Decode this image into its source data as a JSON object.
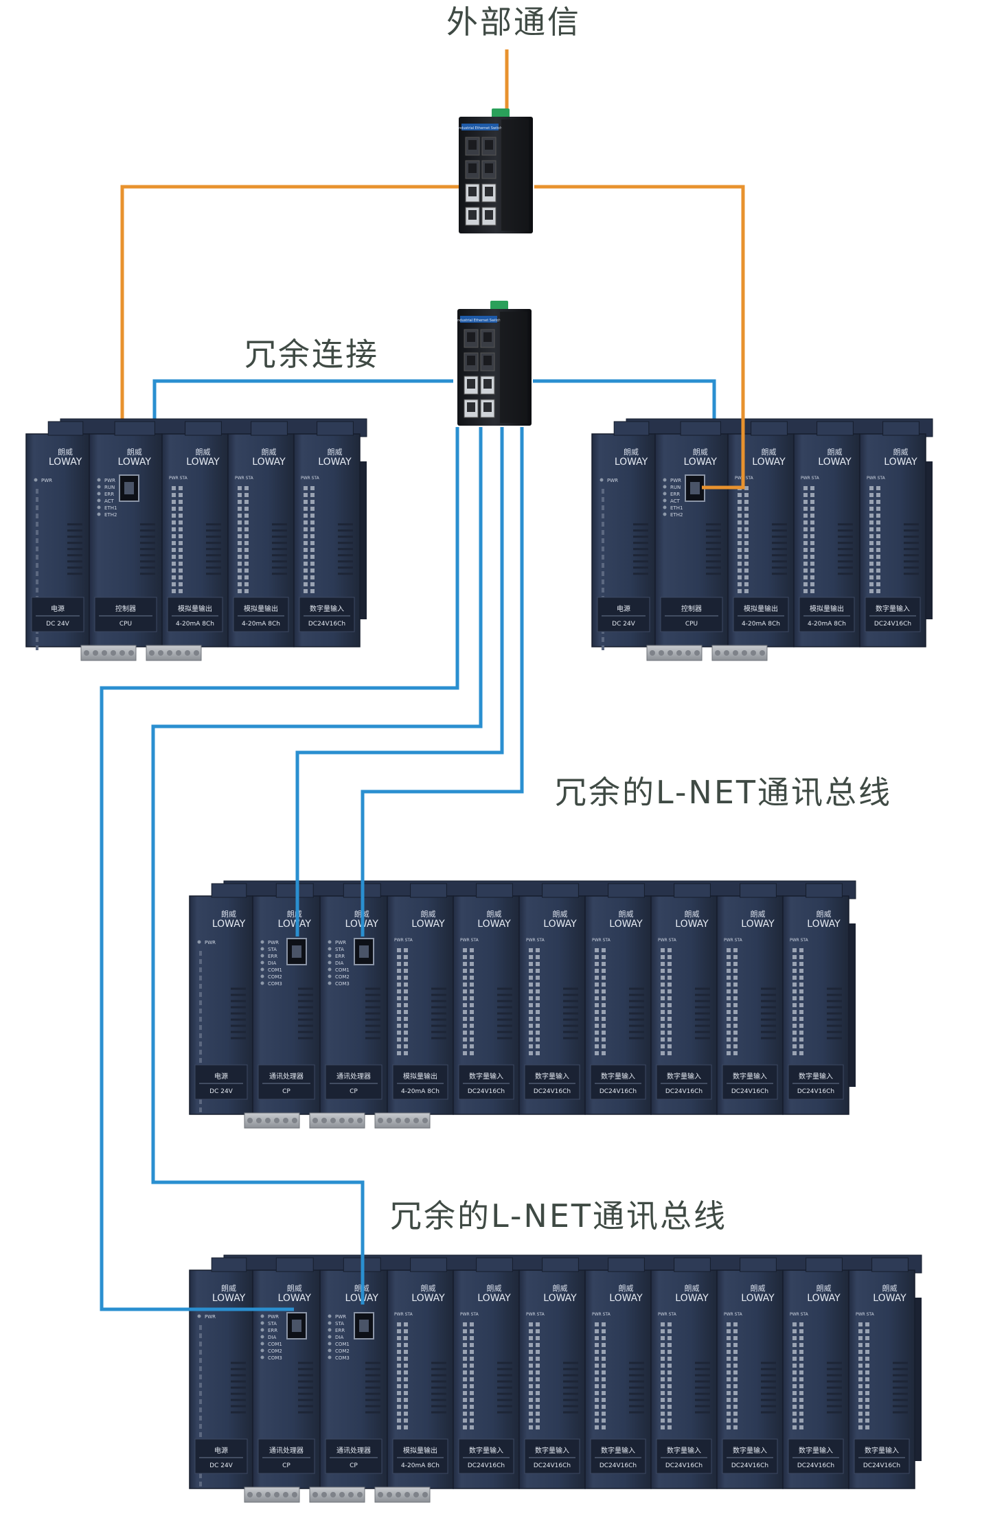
{
  "labels": {
    "external": "外部通信",
    "redundant": "冗余连接",
    "bus_top": "冗余的L-NET通讯总线",
    "bus_bottom": "冗余的L-NET通讯总线"
  },
  "brand": {
    "name": "LOWAY",
    "cn": "朗威"
  },
  "switch_label": "Industrial Ethernet Switch",
  "colors": {
    "ext_link": "#e8922e",
    "bus_link": "#2a8fd0",
    "module": "#2c3a55",
    "module_dark": "#222c42",
    "label": "#3f4a44"
  },
  "racks": [
    {
      "name": "controller-rack-left",
      "modules": [
        {
          "type": "power",
          "name": "电源",
          "spec": "DC 24V",
          "leds": [
            "PWR"
          ]
        },
        {
          "type": "cpu",
          "name": "控制器",
          "spec": "CPU",
          "leds": [
            "PWR",
            "RUN",
            "ERR",
            "ACT",
            "ETH1",
            "ETH2"
          ]
        },
        {
          "type": "io",
          "name": "模拟量输出",
          "spec": "4-20mA 8Ch",
          "leds": [
            "PWR",
            "STA"
          ]
        },
        {
          "type": "io",
          "name": "模拟量输出",
          "spec": "4-20mA 8Ch",
          "leds": [
            "PWR",
            "STA"
          ]
        },
        {
          "type": "io",
          "name": "数字量输入",
          "spec": "DC24V16Ch",
          "leds": [
            "PWR",
            "STA"
          ]
        }
      ]
    },
    {
      "name": "controller-rack-right",
      "modules": [
        {
          "type": "power",
          "name": "电源",
          "spec": "DC 24V",
          "leds": [
            "PWR"
          ]
        },
        {
          "type": "cpu",
          "name": "控制器",
          "spec": "CPU",
          "leds": [
            "PWR",
            "RUN",
            "ERR",
            "ACT",
            "ETH1",
            "ETH2"
          ]
        },
        {
          "type": "io",
          "name": "模拟量输出",
          "spec": "4-20mA 8Ch",
          "leds": [
            "PWR",
            "STA"
          ]
        },
        {
          "type": "io",
          "name": "模拟量输出",
          "spec": "4-20mA 8Ch",
          "leds": [
            "PWR",
            "STA"
          ]
        },
        {
          "type": "io",
          "name": "数字量输入",
          "spec": "DC24V16Ch",
          "leds": [
            "PWR",
            "STA"
          ]
        }
      ]
    },
    {
      "name": "io-rack-middle",
      "modules": [
        {
          "type": "power",
          "name": "电源",
          "spec": "DC 24V",
          "leds": [
            "PWR"
          ]
        },
        {
          "type": "cp",
          "name": "通讯处理器",
          "spec": "CP",
          "leds": [
            "PWR",
            "STA",
            "ERR",
            "DIA",
            "COM1",
            "COM2",
            "COM3"
          ]
        },
        {
          "type": "cp",
          "name": "通讯处理器",
          "spec": "CP",
          "leds": [
            "PWR",
            "STA",
            "ERR",
            "DIA",
            "COM1",
            "COM2",
            "COM3"
          ]
        },
        {
          "type": "io",
          "name": "模拟量输出",
          "spec": "4-20mA 8Ch",
          "leds": [
            "PWR",
            "STA"
          ]
        },
        {
          "type": "io",
          "name": "数字量输入",
          "spec": "DC24V16Ch",
          "leds": [
            "PWR",
            "STA"
          ]
        },
        {
          "type": "io",
          "name": "数字量输入",
          "spec": "DC24V16Ch",
          "leds": [
            "PWR",
            "STA"
          ]
        },
        {
          "type": "io",
          "name": "数字量输入",
          "spec": "DC24V16Ch",
          "leds": [
            "PWR",
            "STA"
          ]
        },
        {
          "type": "io",
          "name": "数字量输入",
          "spec": "DC24V16Ch",
          "leds": [
            "PWR",
            "STA"
          ]
        },
        {
          "type": "io",
          "name": "数字量输入",
          "spec": "DC24V16Ch",
          "leds": [
            "PWR",
            "STA"
          ]
        },
        {
          "type": "io",
          "name": "数字量输入",
          "spec": "DC24V16Ch",
          "leds": [
            "PWR",
            "STA"
          ]
        }
      ]
    },
    {
      "name": "io-rack-bottom",
      "modules": [
        {
          "type": "power",
          "name": "电源",
          "spec": "DC 24V",
          "leds": [
            "PWR"
          ]
        },
        {
          "type": "cp",
          "name": "通讯处理器",
          "spec": "CP",
          "leds": [
            "PWR",
            "STA",
            "ERR",
            "DIA",
            "COM1",
            "COM2",
            "COM3"
          ]
        },
        {
          "type": "cp",
          "name": "通讯处理器",
          "spec": "CP",
          "leds": [
            "PWR",
            "STA",
            "ERR",
            "DIA",
            "COM1",
            "COM2",
            "COM3"
          ]
        },
        {
          "type": "io",
          "name": "模拟量输出",
          "spec": "4-20mA 8Ch",
          "leds": [
            "PWR",
            "STA"
          ]
        },
        {
          "type": "io",
          "name": "数字量输入",
          "spec": "DC24V16Ch",
          "leds": [
            "PWR",
            "STA"
          ]
        },
        {
          "type": "io",
          "name": "数字量输入",
          "spec": "DC24V16Ch",
          "leds": [
            "PWR",
            "STA"
          ]
        },
        {
          "type": "io",
          "name": "数字量输入",
          "spec": "DC24V16Ch",
          "leds": [
            "PWR",
            "STA"
          ]
        },
        {
          "type": "io",
          "name": "数字量输入",
          "spec": "DC24V16Ch",
          "leds": [
            "PWR",
            "STA"
          ]
        },
        {
          "type": "io",
          "name": "数字量输入",
          "spec": "DC24V16Ch",
          "leds": [
            "PWR",
            "STA"
          ]
        },
        {
          "type": "io",
          "name": "数字量输入",
          "spec": "DC24V16Ch",
          "leds": [
            "PWR",
            "STA"
          ]
        },
        {
          "type": "io",
          "name": "数字量输入",
          "spec": "DC24V16Ch",
          "leds": [
            "PWR",
            "STA"
          ]
        }
      ]
    }
  ]
}
